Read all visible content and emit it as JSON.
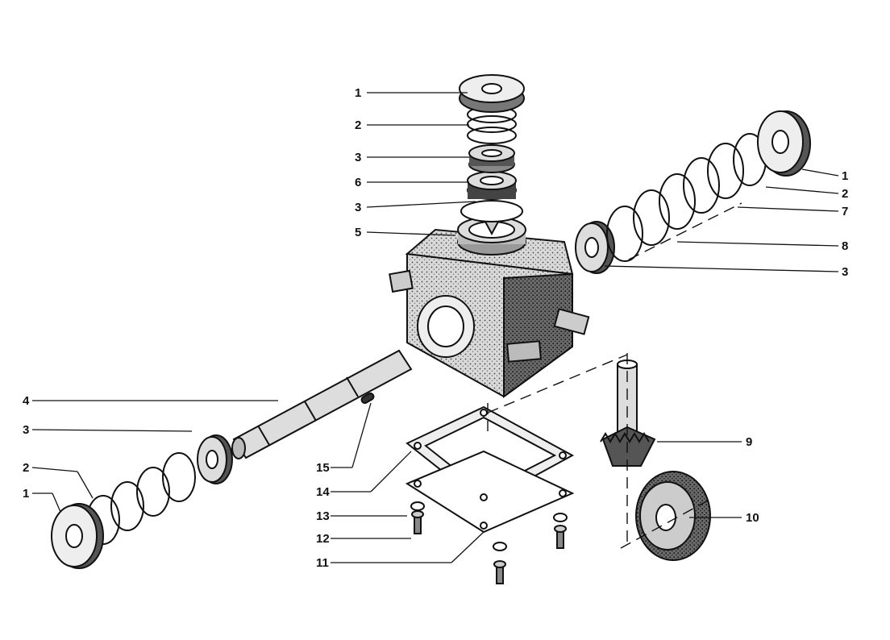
{
  "labels": {
    "top_1": "1",
    "top_2": "2",
    "top_3a": "3",
    "top_6": "6",
    "top_3b": "3",
    "top_5": "5",
    "right_1": "1",
    "right_2": "2",
    "right_7": "7",
    "right_8": "8",
    "right_3": "3",
    "left_4": "4",
    "left_3": "3",
    "left_2": "2",
    "left_1": "1",
    "part_15": "15",
    "part_14": "14",
    "part_13": "13",
    "part_12": "12",
    "part_11": "11",
    "part_9": "9",
    "part_10": "10"
  }
}
